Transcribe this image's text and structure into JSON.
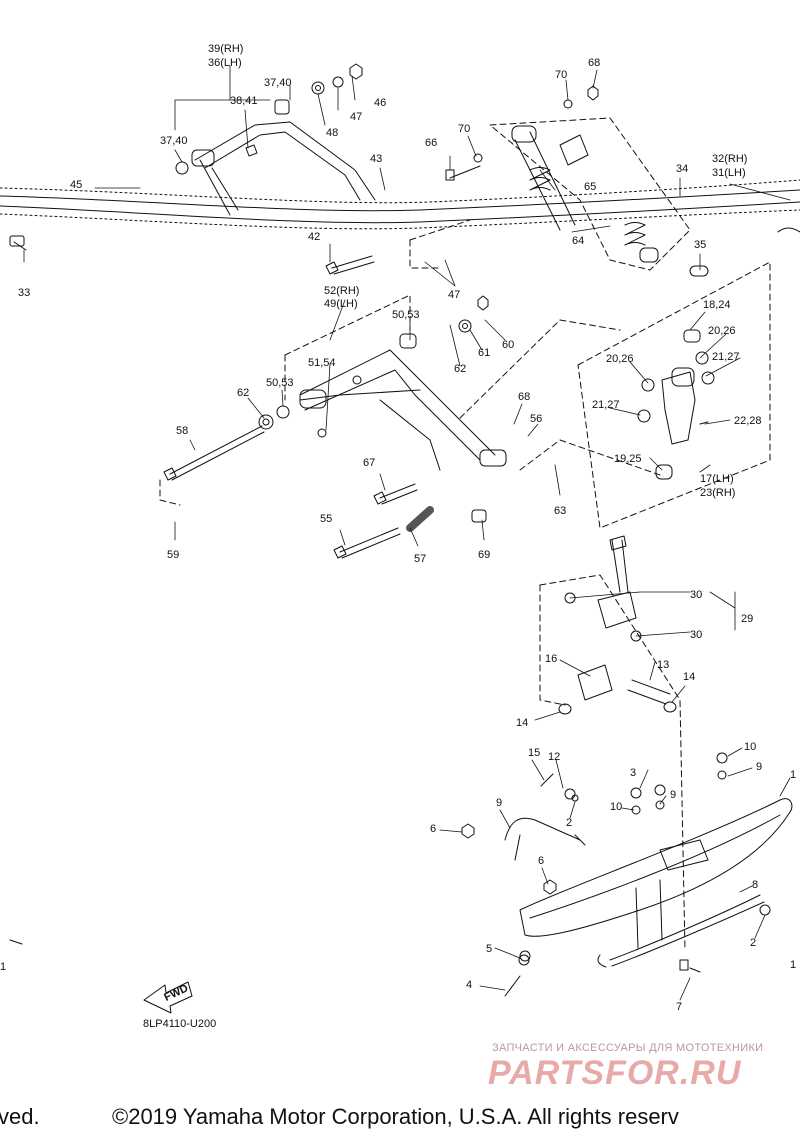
{
  "drawing_code": "8LP4110-U200",
  "fwd_label": "FWD",
  "footer": {
    "left_fragment": "ved.",
    "copyright": "©2019 Yamaha Motor Corporation, U.S.A. All rights reserv"
  },
  "watermark": {
    "tagline": "ЗАПЧАСТИ И АКСЕССУАРЫ ДЛЯ МОТОТЕХНИКИ",
    "brand": "PARTSFOR.RU"
  },
  "part_labels": [
    "39(RH)",
    "36(LH)",
    "38,41",
    "37,40",
    "37,40",
    "46",
    "47",
    "48",
    "70",
    "68",
    "70",
    "66",
    "65",
    "43",
    "45",
    "34",
    "32(RH)",
    "31(LH)",
    "42",
    "64",
    "35",
    "33",
    "47",
    "52(RH)",
    "49(LH)",
    "50,53",
    "60",
    "61",
    "62",
    "18,24",
    "20,26",
    "20,26",
    "21,27",
    "51,54",
    "50,53",
    "62",
    "68",
    "56",
    "21,27",
    "22,28",
    "58",
    "67",
    "19,25",
    "17(LH)",
    "23(RH)",
    "63",
    "55",
    "57",
    "69",
    "59",
    "30",
    "29",
    "30",
    "16",
    "13",
    "14",
    "14",
    "15",
    "12",
    "10",
    "9",
    "3",
    "10",
    "9",
    "9",
    "1",
    "6",
    "2",
    "6",
    "8",
    "2",
    "5",
    "4",
    "7",
    "1",
    "1"
  ]
}
